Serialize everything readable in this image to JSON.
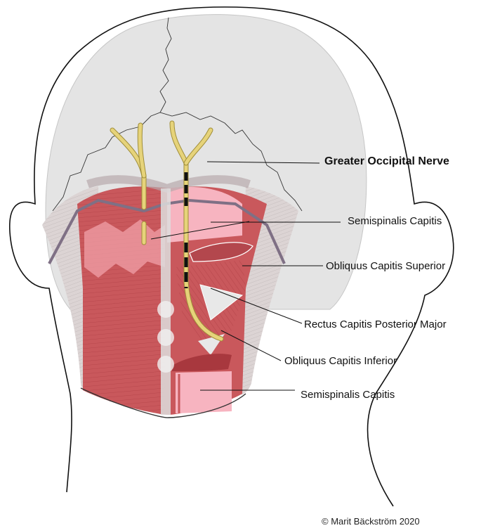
{
  "labels": {
    "greater_occipital_nerve": "Greater Occipital Nerve",
    "semispinalis_capitis_upper": "Semispinalis Capitis",
    "obliquus_capitis_superior": "Obliquus Capitis Superior",
    "rectus_capitis_posterior_major": "Rectus Capitis Posterior Major",
    "obliquus_capitis_inferior": "Obliquus Capitis Inferior",
    "semispinalis_capitis_lower": "Semispinalis Capitis"
  },
  "copyright": "© Marit Bäckström 2020",
  "colors": {
    "skull": "#e4e4e4",
    "muscle": "#c9585c",
    "muscle_light": "#f3a1ac",
    "muscle_pink": "#f7b4c0",
    "nerve": "#e6d37a",
    "nerve_outline": "#a08e3a",
    "fascia": "#d9d3d3",
    "tendon_band": "#7f7085"
  }
}
